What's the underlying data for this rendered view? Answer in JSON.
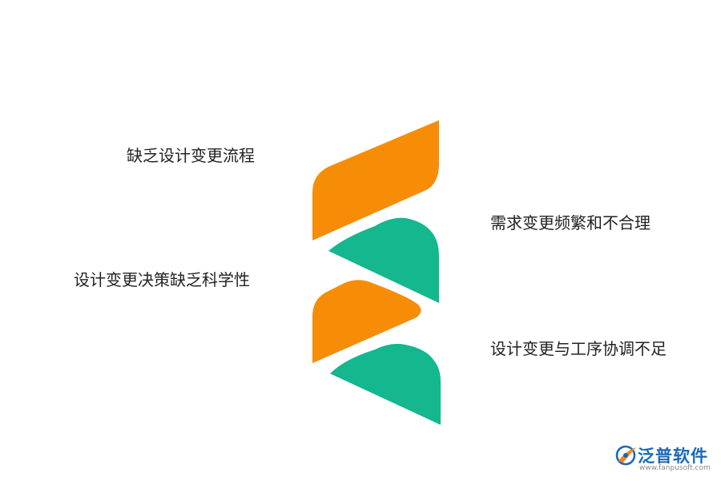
{
  "diagram": {
    "items": [
      {
        "label": "缺乏设计变更流程"
      },
      {
        "label": "需求变更频繁和不合理"
      },
      {
        "label": "设计变更决策缺乏科学性"
      },
      {
        "label": "设计变更与工序协调不足"
      }
    ]
  },
  "logo": {
    "text": "泛普软件",
    "url": "www.fanpusoft.com",
    "icon": "fanpu-logo-icon"
  },
  "colors": {
    "orange": "#F78D07",
    "teal": "#14B78E",
    "label": "#222222",
    "logo_text": "#1a69b8",
    "logo_url": "#8a8a8a"
  }
}
